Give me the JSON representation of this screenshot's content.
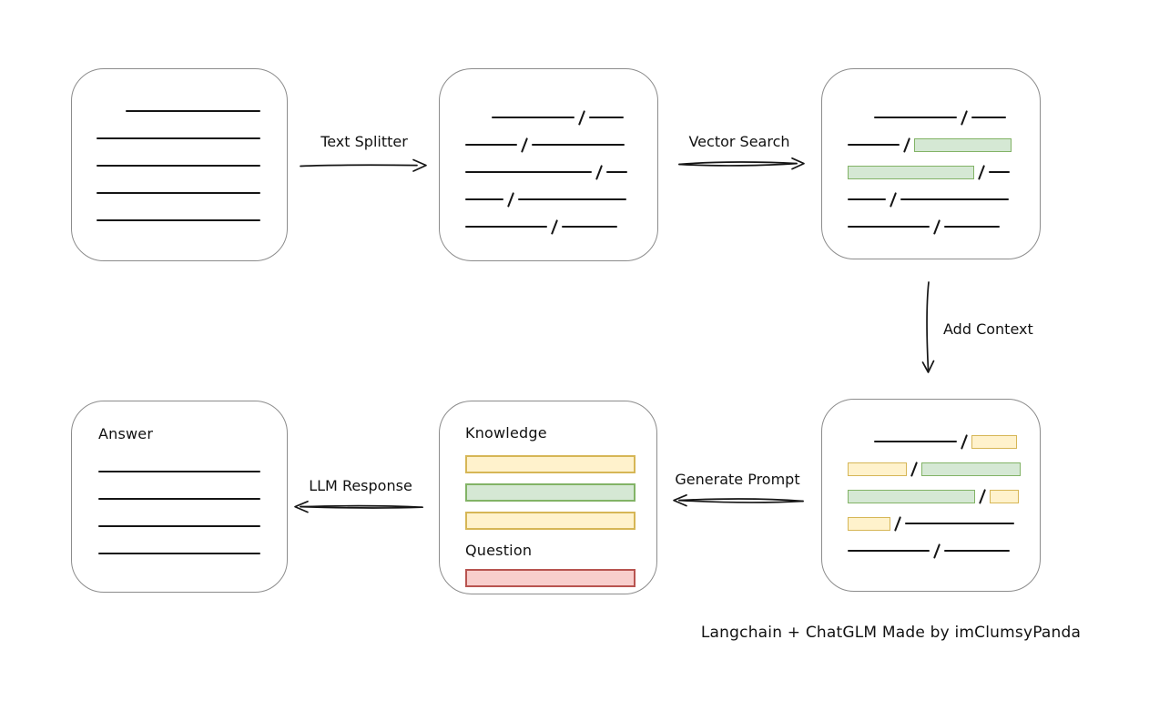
{
  "caption": "Langchain + ChatGLM Made by imClumsyPanda",
  "colors": {
    "green_fill": "#d5e8d4",
    "green_border": "#82b366",
    "yellow_fill": "#fff2cc",
    "yellow_border": "#d6b656",
    "red_fill": "#f8cecc",
    "red_border": "#b85450",
    "box_border": "#8c8c8c",
    "ink": "#151515"
  },
  "arrows": {
    "text_splitter": {
      "label": "Text Splitter",
      "direction": "right"
    },
    "vector_search": {
      "label": "Vector Search",
      "direction": "right"
    },
    "add_context": {
      "label": "Add Context",
      "direction": "down"
    },
    "generate_prompt": {
      "label": "Generate Prompt",
      "direction": "left"
    },
    "llm_response": {
      "label": "LLM Response",
      "direction": "left"
    }
  },
  "nodes": {
    "document": {
      "rows": [
        [
          {
            "t": "gap",
            "w": 32
          },
          {
            "t": "line",
            "w": 148
          }
        ],
        [
          {
            "t": "line",
            "w": 180
          }
        ],
        [
          {
            "t": "line",
            "w": 180
          }
        ],
        [
          {
            "t": "line",
            "w": 180
          }
        ],
        [
          {
            "t": "line",
            "w": 180
          }
        ]
      ]
    },
    "split_chunks": {
      "rows": [
        [
          {
            "t": "gap",
            "w": 29
          },
          {
            "t": "line",
            "w": 91
          },
          {
            "t": "slash"
          },
          {
            "t": "line",
            "w": 38
          }
        ],
        [
          {
            "t": "line",
            "w": 57
          },
          {
            "t": "slash"
          },
          {
            "t": "line",
            "w": 102
          }
        ],
        [
          {
            "t": "line",
            "w": 139
          },
          {
            "t": "slash"
          },
          {
            "t": "line",
            "w": 23
          }
        ],
        [
          {
            "t": "line",
            "w": 42
          },
          {
            "t": "slash"
          },
          {
            "t": "line",
            "w": 119
          }
        ],
        [
          {
            "t": "line",
            "w": 90
          },
          {
            "t": "slash"
          },
          {
            "t": "line",
            "w": 61
          }
        ]
      ]
    },
    "matched_chunks": {
      "rows": [
        [
          {
            "t": "gap",
            "w": 29
          },
          {
            "t": "line",
            "w": 91
          },
          {
            "t": "slash"
          },
          {
            "t": "line",
            "w": 38
          }
        ],
        [
          {
            "t": "line",
            "w": 57
          },
          {
            "t": "slash"
          },
          {
            "t": "bar-green",
            "w": 105
          }
        ],
        [
          {
            "t": "bar-green",
            "w": 137
          },
          {
            "t": "slash"
          },
          {
            "t": "line",
            "w": 23
          }
        ],
        [
          {
            "t": "line",
            "w": 42
          },
          {
            "t": "slash"
          },
          {
            "t": "line",
            "w": 119
          }
        ],
        [
          {
            "t": "line",
            "w": 90
          },
          {
            "t": "slash"
          },
          {
            "t": "line",
            "w": 61
          }
        ]
      ]
    },
    "context_chunks": {
      "rows": [
        [
          {
            "t": "gap",
            "w": 29
          },
          {
            "t": "line",
            "w": 91
          },
          {
            "t": "slash"
          },
          {
            "t": "bar-yellow",
            "w": 48
          }
        ],
        [
          {
            "t": "bar-yellow",
            "w": 63
          },
          {
            "t": "slash"
          },
          {
            "t": "bar-green",
            "w": 107
          }
        ],
        [
          {
            "t": "bar-green",
            "w": 138
          },
          {
            "t": "slash"
          },
          {
            "t": "bar-yellow",
            "w": 30
          }
        ],
        [
          {
            "t": "bar-yellow",
            "w": 45
          },
          {
            "t": "slash"
          },
          {
            "t": "line",
            "w": 120
          }
        ],
        [
          {
            "t": "line",
            "w": 90
          },
          {
            "t": "slash"
          },
          {
            "t": "line",
            "w": 72
          }
        ]
      ]
    },
    "prompt": {
      "knowledge_label": "Knowledge",
      "question_label": "Question",
      "knowledge_rows": [
        [
          {
            "t": "bar-yellow",
            "w": 183
          }
        ],
        [
          {
            "t": "bar-green",
            "w": 183
          }
        ],
        [
          {
            "t": "bar-yellow",
            "w": 183
          }
        ]
      ],
      "question_rows": [
        [
          {
            "t": "bar-red",
            "w": 183
          }
        ]
      ]
    },
    "answer": {
      "label": "Answer",
      "rows": [
        [
          {
            "t": "line",
            "w": 178
          }
        ],
        [
          {
            "t": "line",
            "w": 178
          }
        ],
        [
          {
            "t": "line",
            "w": 178
          }
        ],
        [
          {
            "t": "line",
            "w": 178
          }
        ]
      ]
    }
  }
}
